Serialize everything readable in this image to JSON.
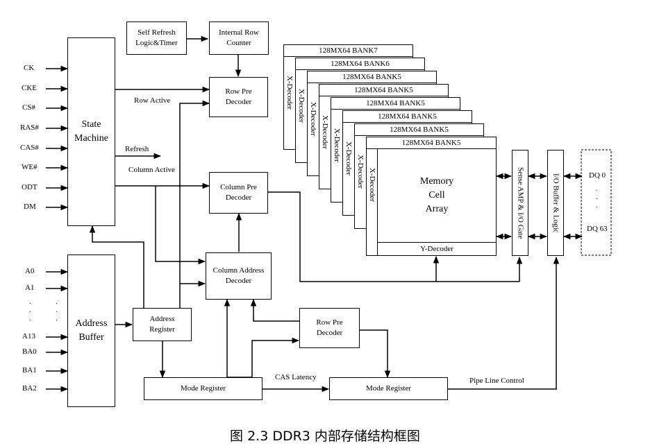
{
  "blocks": {
    "state_machine": "State\nMachine",
    "address_buffer": "Address\nBuffer",
    "self_refresh": "Self Refresh\nLogic&Timer",
    "internal_row_counter": "Internal Row\nCounter",
    "row_pre_decoder_top": "Row Pre\nDecoder",
    "column_pre_decoder": "Column Pre\nDecoder",
    "column_address_decoder": "Column Address\nDecoder",
    "address_register": "Address\nRegister",
    "row_pre_decoder_bottom": "Row Pre\nDecoder",
    "mode_register_left": "Mode Register",
    "mode_register_right": "Mode Register",
    "memory_cell_array": "Memory\nCell\nArray",
    "y_decoder": "Y-Decoder",
    "sense_amp": "Sense AMP & I/O Gate",
    "io_buffer": "I/O Buffer & Logic",
    "x_decoder": "X-Decoder"
  },
  "banks": [
    "128MX64 BANK7",
    "128MX64 BANK6",
    "128MX64 BANK5",
    "128MX64 BANK5",
    "128MX64 BANK5",
    "128MX64 BANK5",
    "128MX64 BANK5",
    "128MX64 BANK5"
  ],
  "control_inputs": [
    "CK",
    "CKE",
    "CS#",
    "RAS#",
    "CAS#",
    "WE#",
    "ODT",
    "DM"
  ],
  "address_inputs": {
    "a0": "A0",
    "a1": "A1",
    "a13": "A13",
    "ba0": "BA0",
    "ba1": "BA1",
    "ba2": "BA2"
  },
  "signals": {
    "row_active": "Row Active",
    "refresh": "Refresh",
    "column_active": "Column Active",
    "cas_latency": "CAS Latency",
    "pipe_line_control": "Pipe Line  Control"
  },
  "dq": {
    "dq0": "DQ 0",
    "dq63": "DQ 63"
  },
  "caption": "图 2.3 DDR3 内部存储结构框图"
}
